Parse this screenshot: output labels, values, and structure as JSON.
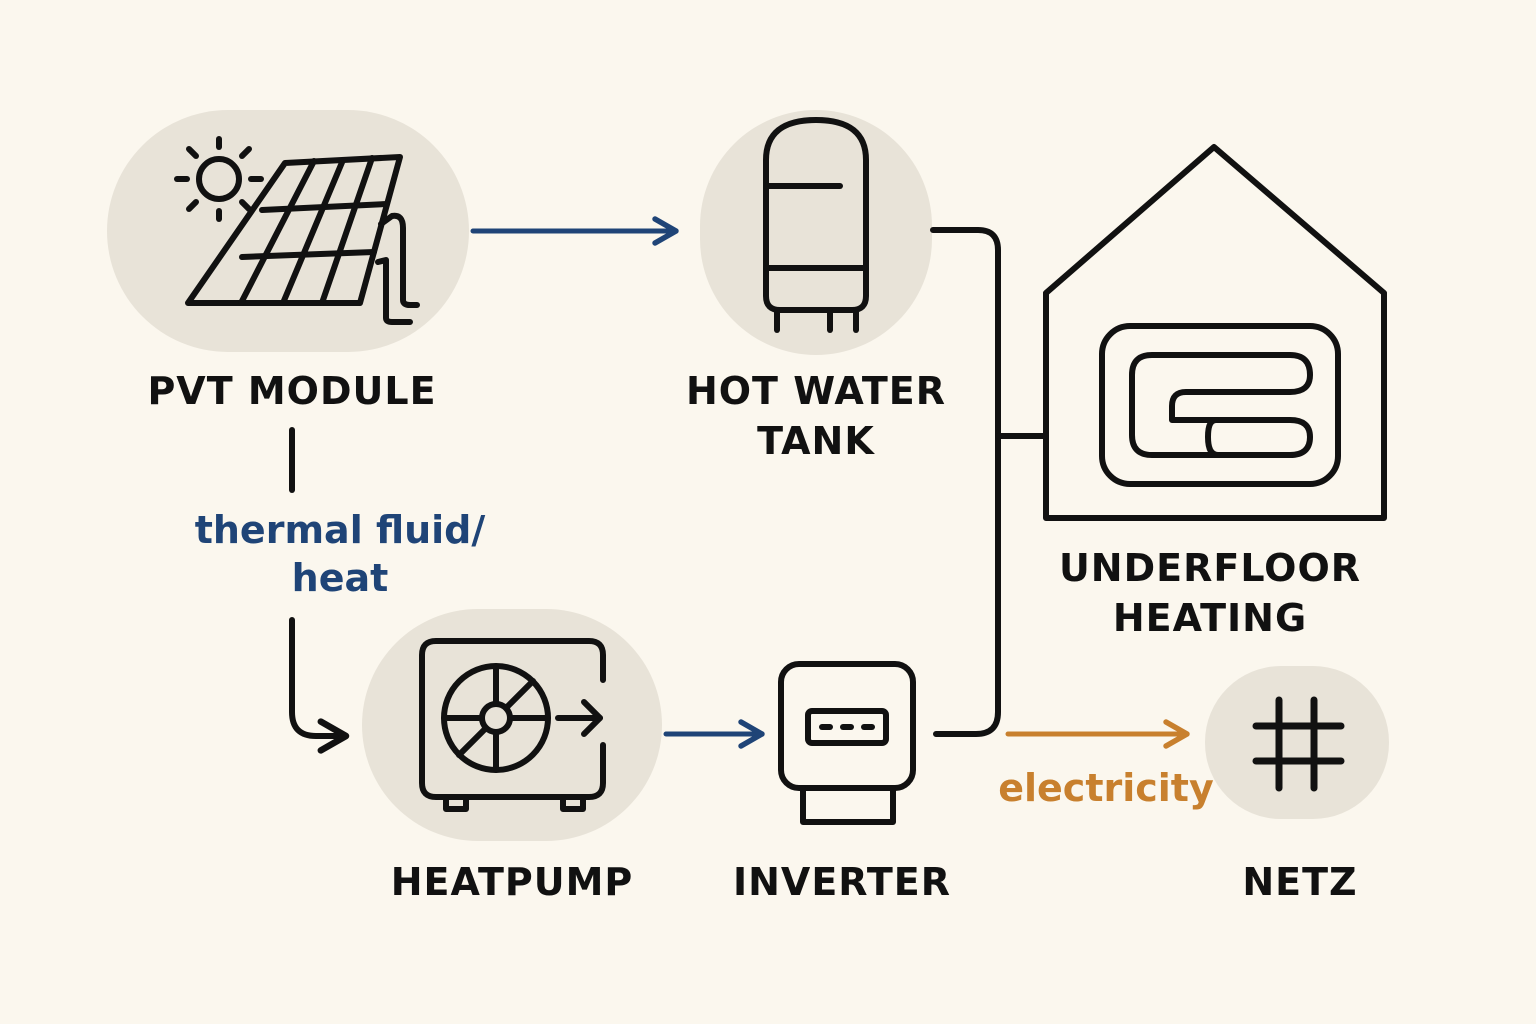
{
  "nodes": {
    "pvt_module": {
      "label": "PVT MODULE",
      "icon": "solar-panel-sun-icon"
    },
    "hot_water_tank": {
      "label_line1": "HOT WATER",
      "label_line2": "TANK",
      "icon": "water-tank-icon"
    },
    "underfloor_heating": {
      "label_line1": "UNDERFLOOR",
      "label_line2": "HEATING",
      "icon": "house-underfloor-heating-icon"
    },
    "heatpump": {
      "label": "HEATPUMP",
      "icon": "heatpump-fan-icon"
    },
    "inverter": {
      "label": "INVERTER",
      "icon": "inverter-icon"
    },
    "netz": {
      "label": "NETZ",
      "icon": "grid-hash-icon"
    }
  },
  "flows": {
    "thermal": {
      "label_line1": "thermal fluid/",
      "label_line2": "heat"
    },
    "electricity": {
      "label": "electricity"
    }
  },
  "colors": {
    "background": "#fbf7ee",
    "icon_circle": "#e8e3d8",
    "line": "#111111",
    "thermal_arrow": "#1f4477",
    "electric_arrow": "#c8802e"
  }
}
